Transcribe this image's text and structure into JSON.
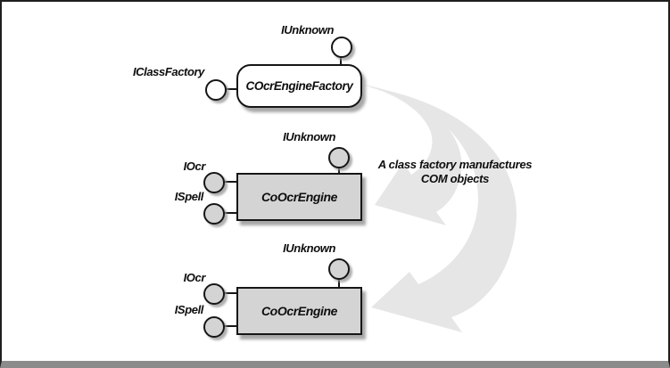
{
  "annotation": {
    "line1": "A class factory manufactures",
    "line2": "COM objects"
  },
  "factory": {
    "label": "COcrEngineFactory",
    "top_interface": "IUnknown",
    "left_interface": "IClassFactory"
  },
  "engines": [
    {
      "label": "CoOcrEngine",
      "top_interface": "IUnknown",
      "left_interfaces": [
        "IOcr",
        "ISpell"
      ]
    },
    {
      "label": "CoOcrEngine",
      "top_interface": "IUnknown",
      "left_interfaces": [
        "IOcr",
        "ISpell"
      ]
    }
  ],
  "colors": {
    "factory_fill": "#ffffff",
    "engine_fill": "#d4d4d4",
    "arrow_fill": "#e6e6e6",
    "stroke": "#161616",
    "frame_border": "#1f1f1f",
    "frame_bottom_bar": "#8b8b8b"
  }
}
